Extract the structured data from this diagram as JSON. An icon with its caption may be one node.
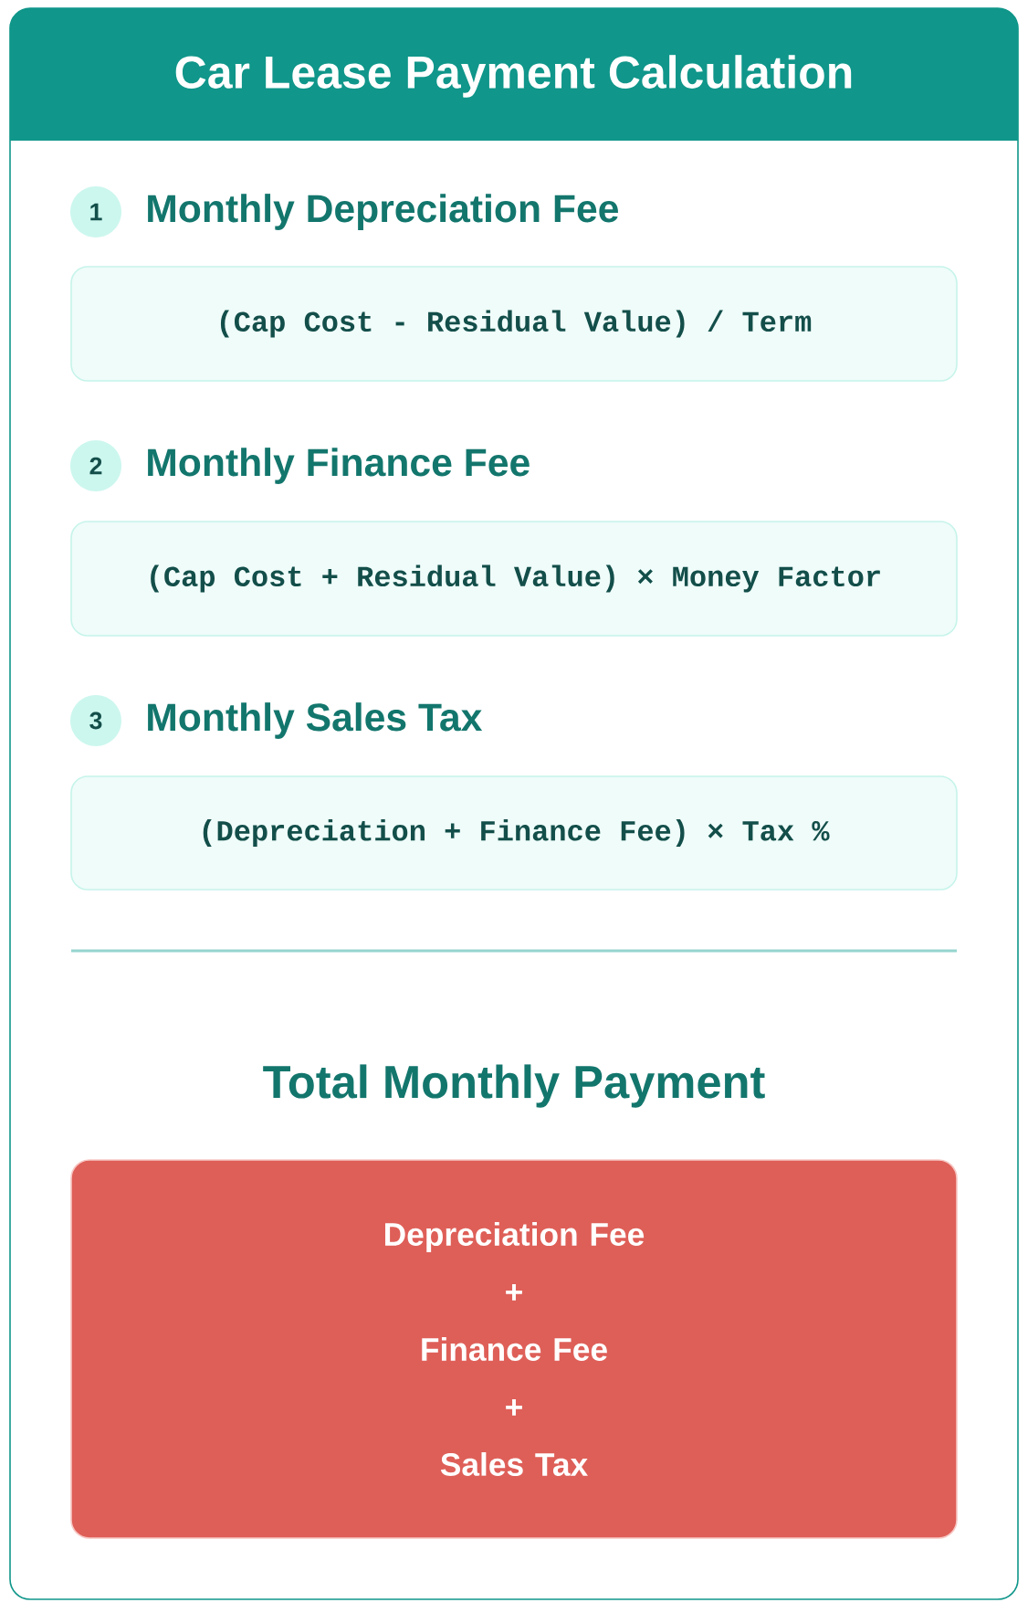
{
  "diagram": {
    "title": "Car Lease Payment Calculation",
    "nodes": [
      {
        "text": [
          "1"
        ]
      },
      {
        "text": [
          "Monthly Depreciation Fee",
          "(Cap Cost - Residual Value) / Term"
        ]
      },
      {
        "text": [
          "2"
        ]
      },
      {
        "text": [
          "Monthly Finance Fee",
          "(Cap Cost + Residual Value) × Money Factor"
        ]
      },
      {
        "text": [
          "3"
        ]
      },
      {
        "text": [
          "Monthly Sales Tax",
          "(Depreciation + Finance Fee) × Tax %"
        ]
      },
      {
        "text": [
          "Total Monthly Payment",
          "Depreciation Fee",
          "+",
          "Finance Fee",
          "+",
          "Sales Tax"
        ]
      }
    ]
  }
}
